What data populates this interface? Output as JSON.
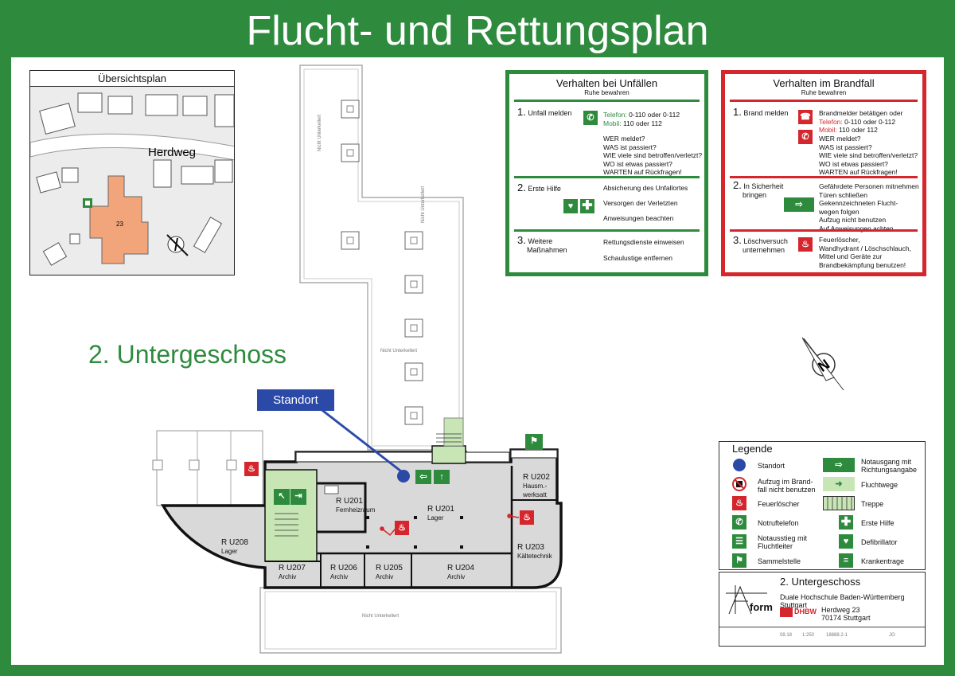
{
  "title": "Flucht- und Rettungsplan",
  "overview": {
    "title": "Übersichtsplan",
    "street": "Herdweg",
    "house_number": "23"
  },
  "floor_heading": "2. Untergeschoss",
  "standort_label": "Standort",
  "accident_panel": {
    "title": "Verhalten bei Unfällen",
    "subtitle": "Ruhe bewahren",
    "color": "#2e8b3e",
    "s1_num": "1.",
    "s1_label": "Unfall melden",
    "telefon_label": "Telefon:",
    "telefon_value": "0-110 oder 0-112",
    "mobil_label": "Mobil:",
    "mobil_value": "110 oder 112",
    "q1": "WER meldet?",
    "q2": "WAS ist passiert?",
    "q3": "WIE viele sind betroffen/verletzt?",
    "q4": "WO ist etwas passiert?",
    "q5": "WARTEN auf Rückfragen!",
    "s2_num": "2.",
    "s2_label": "Erste Hilfe",
    "s2_l1": "Absicherung des Unfallortes",
    "s2_l2": "Versorgen der Verletzten",
    "s2_l3": "Anweisungen beachten",
    "s3_num": "3.",
    "s3_label1": "Weitere",
    "s3_label2": "Maßnahmen",
    "s3_l1": "Rettungsdienste einweisen",
    "s3_l2": "Schaulustige entfernen"
  },
  "fire_panel": {
    "title": "Verhalten im Brandfall",
    "subtitle": "Ruhe bewahren",
    "color": "#d4262c",
    "s1_num": "1.",
    "s1_label": "Brand melden",
    "l1": "Brandmelder betätigen oder",
    "telefon_label": "Telefon:",
    "telefon_value": "0-110 oder 0-112",
    "mobil_label": "Mobil:",
    "mobil_value": "110 oder 112",
    "q1": "WER meldet?",
    "q2": "WAS ist passiert?",
    "q3": "WIE viele sind betroffen/verletzt?",
    "q4": "WO ist etwas passiert?",
    "q5": "WARTEN auf Rückfragen!",
    "s2_num": "2.",
    "s2_label1": "In Sicherheit",
    "s2_label2": "bringen",
    "s2_l1": "Gefährdete Personen mitnehmen",
    "s2_l2": "Türen schließen",
    "s2_l3": "Gekennzeichneten Flucht-",
    "s2_l4": "wegen folgen",
    "s2_l5": "Aufzug nicht benutzen",
    "s2_l6": "Auf Anweisungen achten",
    "s3_num": "3.",
    "s3_label1": "Löschversuch",
    "s3_label2": "unternehmen",
    "s3_l1": "Feuerlöscher,",
    "s3_l2": "Wandhydrant / Löschschlauch,",
    "s3_l3": "Mittel und Geräte zur",
    "s3_l4": "Brandbekämpfung benutzen!"
  },
  "plan": {
    "not_basement": "Nicht Unterkellert",
    "not_basement_2": "Nicht Unterkellert",
    "not_basement_3": "Nicht Unterkellert",
    "rooms": {
      "u201a_num": "R U201",
      "u201a_name": "Fernheizraum",
      "u201b_num": "R U201",
      "u201b_name": "Lager",
      "u202_num": "R U202",
      "u202_name": "Hausm.-\nwerksatt",
      "u203_num": "R U203",
      "u203_name": "Kältetechnik",
      "u204_num": "R U204",
      "u204_name": "Archiv",
      "u205_num": "R U205",
      "u205_name": "Archiv",
      "u206_num": "R U206",
      "u206_name": "Archiv",
      "u207_num": "R U207",
      "u207_name": "Archiv",
      "u208_num": "R U208",
      "u208_name": "Lager"
    }
  },
  "legend": {
    "title": "Legende",
    "standort": "Standort",
    "aufzug": "Aufzug im Brand-\nfall nicht benutzen",
    "feuerloescher": "Feuerlöscher",
    "notruftelefon": "Notruftelefon",
    "notausstieg": "Notausstieg mit\nFluchtleiter",
    "sammelstelle": "Sammelstelle",
    "notausgang": "Notausgang mit\nRichtungsangabe",
    "fluchtwege": "Fluchtwege",
    "treppe": "Treppe",
    "erste_hilfe": "Erste Hilfe",
    "defibrillator": "Defibrillator",
    "krankentrage": "Krankentrage"
  },
  "title_block": {
    "floor": "2. Untergeschoss",
    "institution": "Duale Hochschule Baden-Württemberg Stuttgart",
    "logo_text": "DHBW",
    "address1": "Herdweg 23",
    "address2": "70174 Stuttgart",
    "brand": "form",
    "date": "09.18",
    "scale": "1:250",
    "drawing_no": "18888.2-1",
    "author": "JO"
  },
  "colors": {
    "green": "#2e8b3e",
    "red": "#d4262c",
    "blue": "#2b4aa8",
    "room_grey": "#d9d9d9",
    "escape_green": "#c8e6b5",
    "overview_building": "#f2a57a"
  }
}
